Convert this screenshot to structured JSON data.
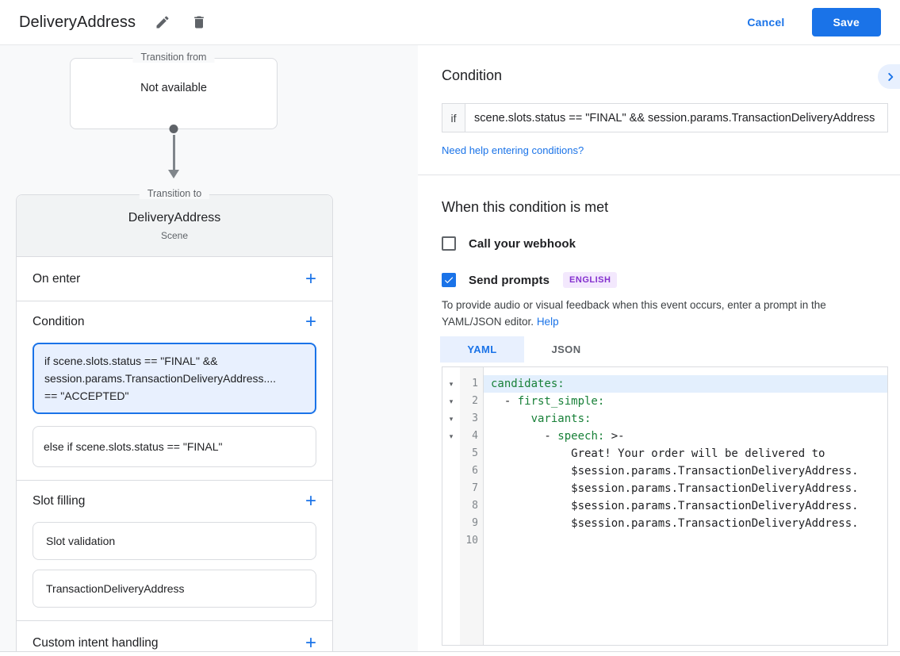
{
  "header": {
    "title": "DeliveryAddress",
    "cancel_label": "Cancel",
    "save_label": "Save"
  },
  "flow": {
    "transition_from": {
      "label": "Transition from",
      "content": "Not available"
    },
    "transition_to": {
      "label": "Transition to",
      "title": "DeliveryAddress",
      "subtitle": "Scene"
    },
    "on_enter_label": "On enter",
    "condition_label": "Condition",
    "condition_items": [
      {
        "selected": true,
        "lines": [
          "if scene.slots.status == \"FINAL\" &&",
          "session.params.TransactionDeliveryAddress....",
          "== \"ACCEPTED\""
        ]
      },
      {
        "selected": false,
        "lines": [
          "else if scene.slots.status == \"FINAL\""
        ]
      }
    ],
    "slot_filling_label": "Slot filling",
    "slot_items": [
      "Slot validation",
      "TransactionDeliveryAddress"
    ],
    "custom_intent_label": "Custom intent handling"
  },
  "condition_panel": {
    "heading": "Condition",
    "if_label": "if",
    "expression": "scene.slots.status == \"FINAL\" && session.params.TransactionDeliveryAddress",
    "help_link": "Need help entering conditions?"
  },
  "when_met": {
    "heading": "When this condition is met",
    "webhook_label": "Call your webhook",
    "webhook_checked": false,
    "send_prompts_label": "Send prompts",
    "send_prompts_checked": true,
    "language_badge": "ENGLISH",
    "description": "To provide audio or visual feedback when this event occurs, enter a prompt in the YAML/JSON editor.",
    "help_label": "Help",
    "tabs": [
      {
        "label": "YAML",
        "active": true
      },
      {
        "label": "JSON",
        "active": false
      }
    ]
  },
  "editor": {
    "lines": [
      {
        "n": "1",
        "fold": true,
        "active": true,
        "seg": [
          [
            "candidates:",
            "k"
          ]
        ]
      },
      {
        "n": "2",
        "fold": true,
        "active": false,
        "seg": [
          [
            "  - ",
            "p"
          ],
          [
            "first_simple:",
            "k"
          ]
        ]
      },
      {
        "n": "3",
        "fold": true,
        "active": false,
        "seg": [
          [
            "      ",
            "p"
          ],
          [
            "variants:",
            "k"
          ]
        ]
      },
      {
        "n": "4",
        "fold": true,
        "active": false,
        "seg": [
          [
            "        - ",
            "p"
          ],
          [
            "speech:",
            "k"
          ],
          [
            " >-",
            "p"
          ]
        ]
      },
      {
        "n": "5",
        "fold": false,
        "active": false,
        "seg": [
          [
            "            Great! Your order will be delivered to",
            "p"
          ]
        ]
      },
      {
        "n": "6",
        "fold": false,
        "active": false,
        "seg": [
          [
            "            $session.params.TransactionDeliveryAddress.",
            "p"
          ]
        ]
      },
      {
        "n": "7",
        "fold": false,
        "active": false,
        "seg": [
          [
            "            $session.params.TransactionDeliveryAddress.",
            "p"
          ]
        ]
      },
      {
        "n": "8",
        "fold": false,
        "active": false,
        "seg": [
          [
            "            $session.params.TransactionDeliveryAddress.",
            "p"
          ]
        ]
      },
      {
        "n": "9",
        "fold": false,
        "active": false,
        "seg": [
          [
            "            $session.params.TransactionDeliveryAddress.",
            "p"
          ]
        ]
      },
      {
        "n": "10",
        "fold": false,
        "active": false,
        "seg": []
      }
    ]
  },
  "icons": {
    "edit": "pencil-icon",
    "delete": "trash-icon",
    "expand": "chevron-right-icon",
    "fold": "triangle-down-icon",
    "add": "plus-icon",
    "check": "checkmark-icon"
  },
  "colors": {
    "accent": "#1a73e8",
    "accent-bg": "#e8f0fe",
    "green": "#188038",
    "badge-bg": "#f3e8fd",
    "badge-fg": "#8430ce",
    "pane": "#f8f9fa",
    "border": "#dadce0",
    "line-hl": "#e3effd"
  }
}
